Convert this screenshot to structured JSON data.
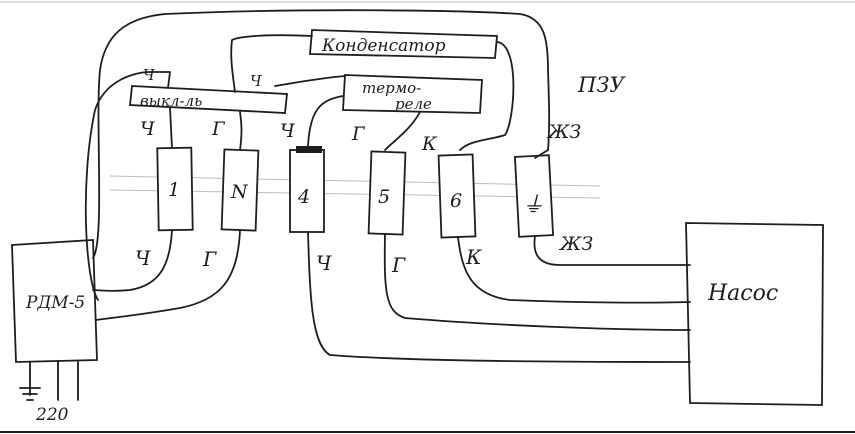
{
  "components": {
    "capacitor": "Конденсатор",
    "switch": "выкл-ль",
    "thermostat_line1": "термо-",
    "thermostat_line2": "реле",
    "relay": "РДМ-5",
    "pump": "Насос",
    "pzu": "ПЗУ"
  },
  "terminals": [
    "1",
    "N",
    "4",
    "5",
    "6"
  ],
  "wire_labels": {
    "switch_left_top": "Ч",
    "switch_right_top": "Ч",
    "t1_top": "Ч",
    "tN_top": "Г",
    "t4_top": "Ч",
    "t5_top": "Г",
    "t6_top": "К",
    "ground_top": "ЖЗ",
    "t1_bottom": "Ч",
    "tN_bottom": "Г",
    "t4_bottom": "Ч",
    "t5_bottom": "Г",
    "t6_bottom": "К",
    "ground_bottom": "ЖЗ"
  },
  "supply": "220",
  "ground_symbol": "⏚"
}
